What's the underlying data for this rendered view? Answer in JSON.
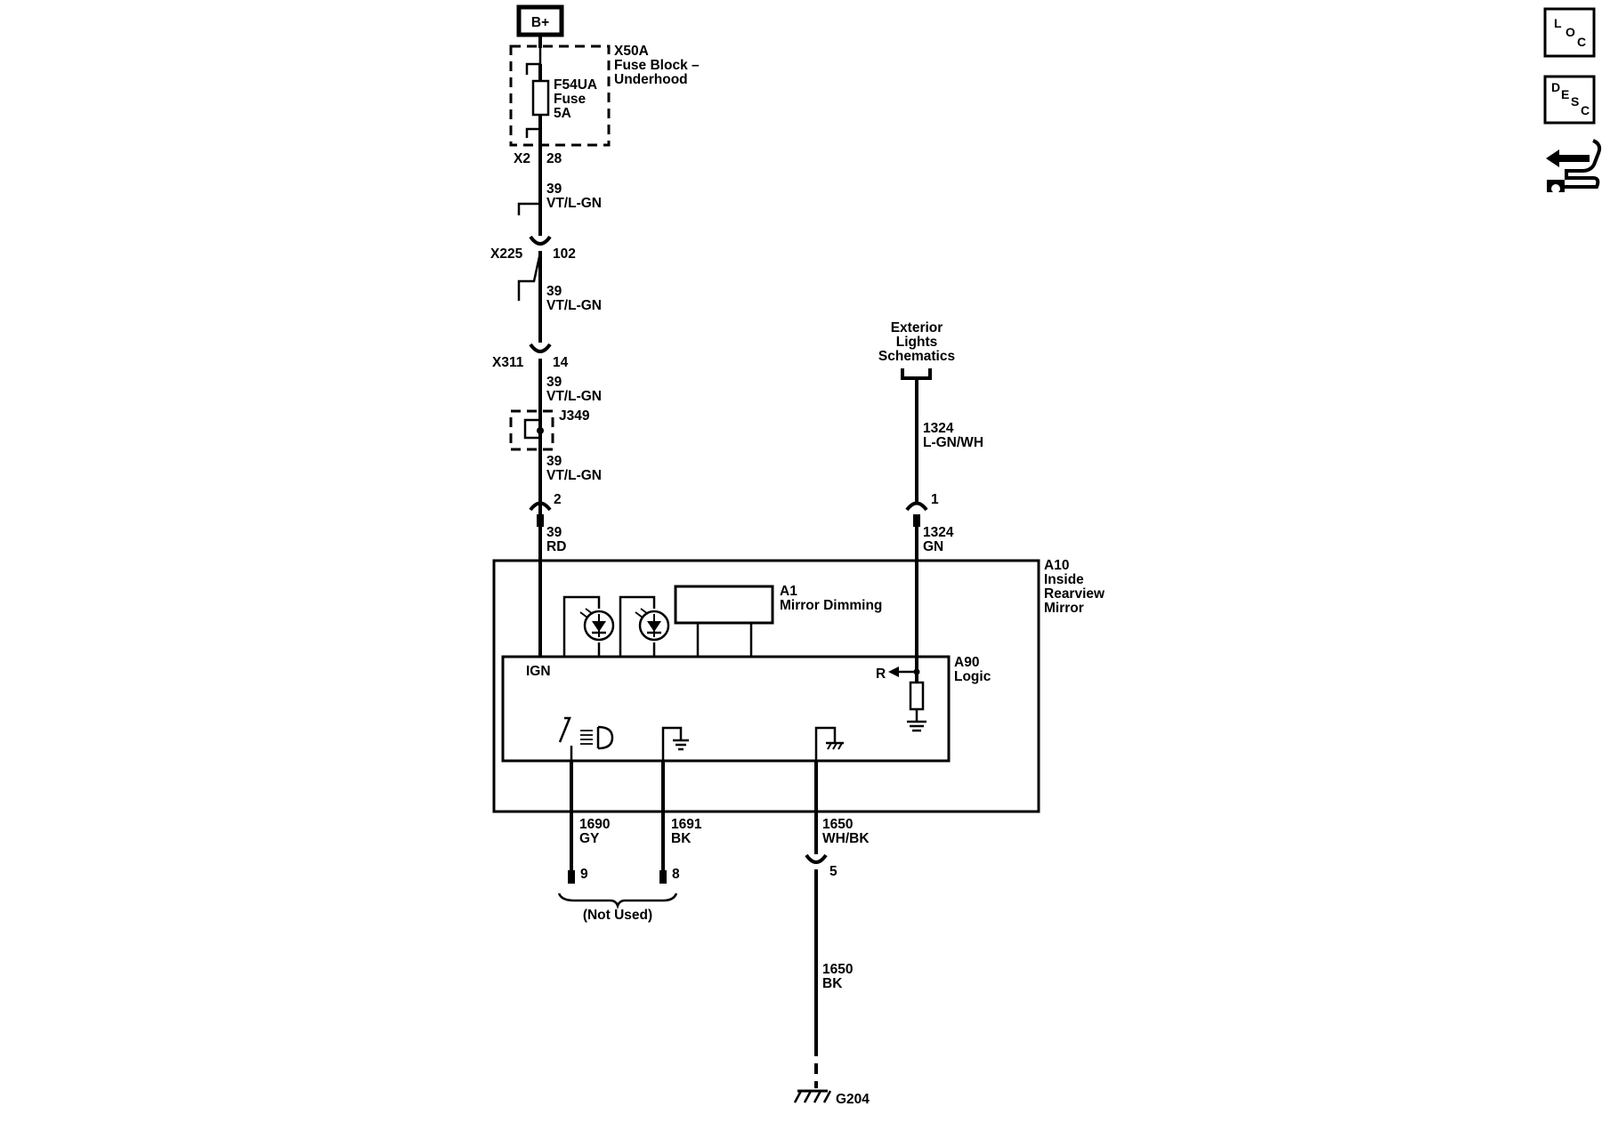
{
  "power": {
    "label": "B+"
  },
  "fuse_block": {
    "id": "X50A",
    "name_line1": "Fuse Block –",
    "name_line2": "Underhood"
  },
  "fuse": {
    "id": "F54UA",
    "type": "Fuse",
    "rating": "5A"
  },
  "connectors": {
    "x2": {
      "id": "X2",
      "pin": "28"
    },
    "x225": {
      "id": "X225",
      "pin": "102"
    },
    "x311": {
      "id": "X311",
      "pin": "14"
    },
    "splice": {
      "id": "J349"
    },
    "mirror_pin_ign": "2",
    "mirror_pin_exterior": "1",
    "mirror_pin_9": "9",
    "mirror_pin_8": "8",
    "mirror_pin_5": "5"
  },
  "wires": {
    "w1": {
      "circuit": "39",
      "color": "VT/L-GN"
    },
    "w2": {
      "circuit": "39",
      "color": "VT/L-GN"
    },
    "w3": {
      "circuit": "39",
      "color": "VT/L-GN"
    },
    "w4": {
      "circuit": "39",
      "color": "VT/L-GN"
    },
    "w5": {
      "circuit": "39",
      "color": "RD"
    },
    "w6": {
      "circuit": "1324",
      "color": "L-GN/WH"
    },
    "w7": {
      "circuit": "1324",
      "color": "GN"
    },
    "w8": {
      "circuit": "1690",
      "color": "GY"
    },
    "w9": {
      "circuit": "1691",
      "color": "BK"
    },
    "w10": {
      "circuit": "1650",
      "color": "WH/BK"
    },
    "w11": {
      "circuit": "1650",
      "color": "BK"
    }
  },
  "exterior_lights": {
    "line1": "Exterior",
    "line2": "Lights",
    "line3": "Schematics"
  },
  "mirror": {
    "id": "A10",
    "line1": "Inside",
    "line2": "Rearview",
    "line3": "Mirror"
  },
  "dimming": {
    "id": "A1",
    "name": "Mirror Dimming"
  },
  "logic": {
    "id": "A90",
    "name": "Logic",
    "ign_label": "IGN",
    "r_label": "R"
  },
  "not_used": "(Not Used)",
  "ground": {
    "id": "G204"
  },
  "side_icons": {
    "loc": {
      "l1": "L",
      "l2": "O",
      "l3": "C"
    },
    "desc": {
      "l1": "D",
      "l2": "E",
      "l3": "S",
      "l4": "C"
    }
  }
}
